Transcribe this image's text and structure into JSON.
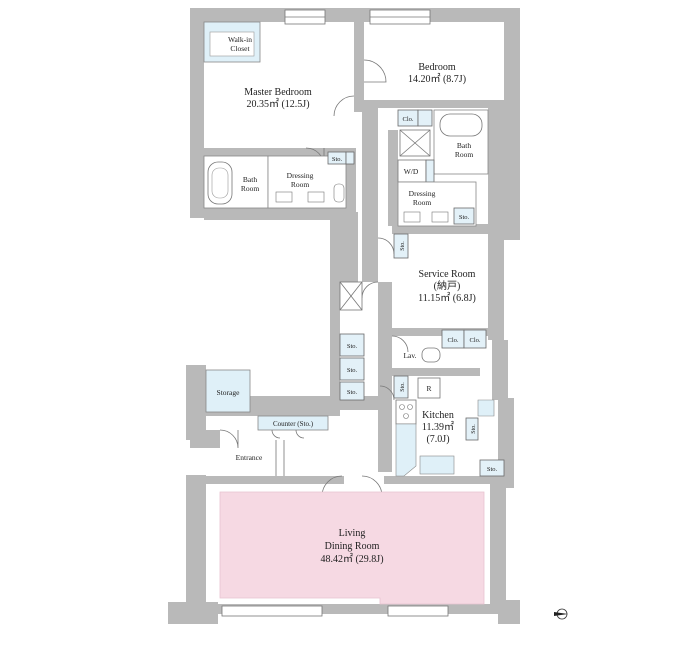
{
  "rooms": {
    "walk_in_closet": [
      "Walk-in",
      "Closet"
    ],
    "master_bedroom": [
      "Master Bedroom",
      "20.35㎡ (12.5J)"
    ],
    "bedroom": [
      "Bedroom",
      "14.20㎡ (8.7J)"
    ],
    "bath_room_left": [
      "Bath",
      "Room"
    ],
    "dressing_room_left": [
      "Dressing",
      "Room"
    ],
    "bath_room_right": [
      "Bath",
      "Room"
    ],
    "wd": "W/D",
    "dressing_room_right": [
      "Dressing",
      "Room"
    ],
    "service_room": [
      "Service Room",
      "(納戸)",
      "11.15㎡ (6.8J)"
    ],
    "lav": "Lav.",
    "refrigerator": "R",
    "kitchen": [
      "Kitchen",
      "11.39㎡",
      "(7.0J)"
    ],
    "storage": "Storage",
    "counter": "Counter (Sto.)",
    "entrance": "Entrance",
    "living": [
      "Living",
      "Dining Room",
      "48.42㎡ (29.8J)"
    ]
  },
  "closets": {
    "clo": "Clo.",
    "sto": "Sto."
  },
  "colors": {
    "wall": "#b9b9b9",
    "storage_blue": "#dff0f8",
    "living_pink": "#f6d9e3"
  },
  "icons": {
    "compass": "north-arrow-icon"
  }
}
